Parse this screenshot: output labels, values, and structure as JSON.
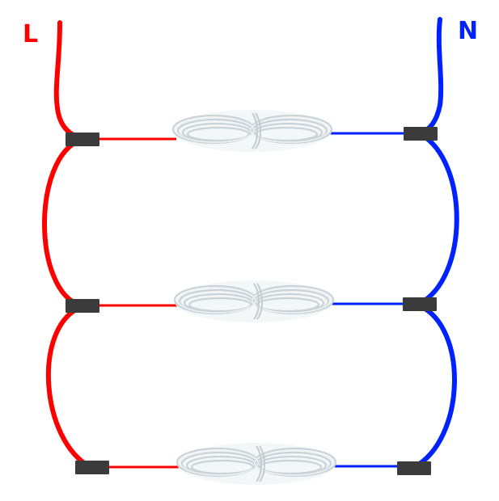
{
  "terminals": {
    "live": {
      "label": "L",
      "color": "#ff0000"
    },
    "neutral": {
      "label": "N",
      "color": "#0022ff"
    }
  },
  "colors": {
    "live_wire": "#ff0000",
    "neutral_wire": "#0022ff",
    "connector": "#3b3b3b",
    "cable_coil": "#dfe6ea"
  },
  "heating_cables": [
    {
      "id": "cable-1"
    },
    {
      "id": "cable-2"
    },
    {
      "id": "cable-3"
    }
  ]
}
